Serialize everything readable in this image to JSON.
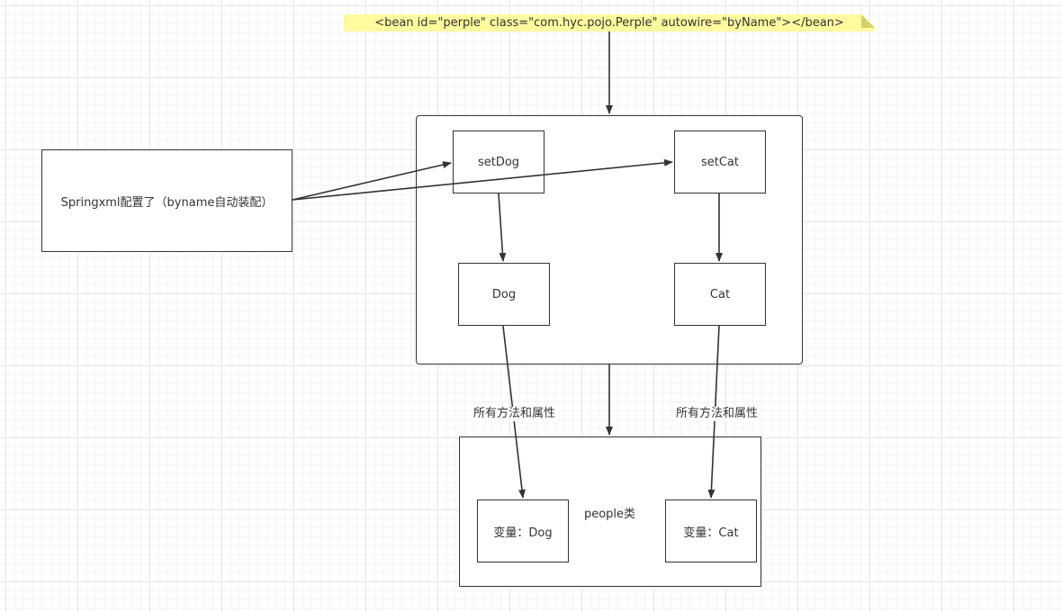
{
  "note": {
    "text": "<bean id=\"perple\" class=\"com.hyc.pojo.Perple\" autowire=\"byName\"></bean>"
  },
  "spring_box": {
    "label": "Springxml配置了（byname自动装配）"
  },
  "bean_container": {
    "set_dog": "setDog",
    "set_cat": "setCat",
    "dog": "Dog",
    "cat": "Cat"
  },
  "edge_labels": {
    "dog_to_var": "所有方法和属性",
    "cat_to_var": "所有方法和属性"
  },
  "people": {
    "title": "people类",
    "var_dog": "变量：Dog",
    "var_cat": "变量：Cat"
  },
  "colors": {
    "stroke": "#333333",
    "note_fill": "#fffb9e",
    "note_fold": "#d6d06a",
    "grid": "#e6e6e6"
  }
}
